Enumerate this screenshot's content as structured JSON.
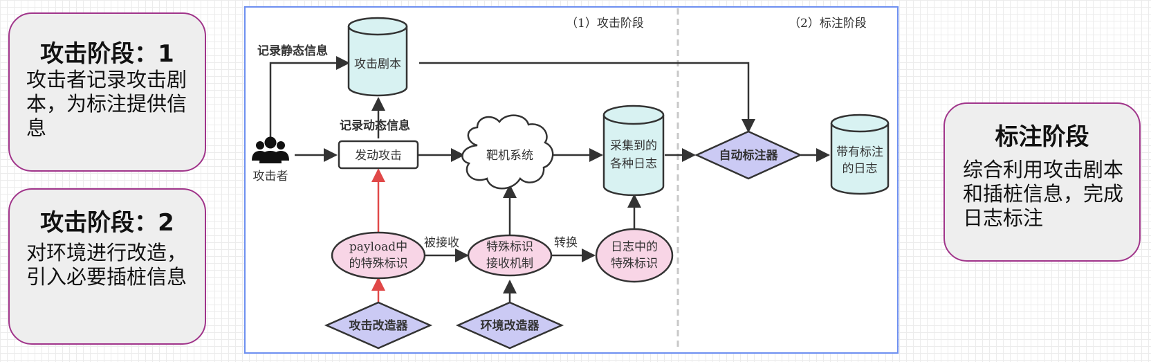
{
  "cards": {
    "attack1": {
      "title": "攻击阶段：1",
      "text": "攻击者记录攻击剧本，为标注提供信息"
    },
    "attack2": {
      "title": "攻击阶段：2",
      "text": "对环境进行改造，引入必要插桩信息"
    },
    "annotate": {
      "title": "标注阶段",
      "text": "综合利用攻击剧本和插桩信息，完成日志标注"
    }
  },
  "diagram": {
    "phase_attack": "（1）攻击阶段",
    "phase_annotate": "（2）标注阶段",
    "attacker": "攻击者",
    "attack_script": "攻击剧本",
    "record_static": "记录静态信息",
    "record_dynamic": "记录动态信息",
    "launch_attack": "发动攻击",
    "target_system": "靶机系统",
    "collected_logs_line1": "采集到的",
    "collected_logs_line2": "各种日志",
    "auto_annotator": "自动标注器",
    "labeled_logs_line1": "带有标注",
    "labeled_logs_line2": "的日志",
    "payload_mark_line1": "payload中",
    "payload_mark_line2": "的特殊标识",
    "received": "被接收",
    "receiver_line1": "特殊标识",
    "receiver_line2": "接收机制",
    "convert": "转换",
    "log_mark_line1": "日志中的",
    "log_mark_line2": "特殊标识",
    "attack_modifier": "攻击改造器",
    "env_modifier": "环境改造器"
  },
  "colors": {
    "card_border": "#a0348a",
    "cylinder_fill": "#d8f2f2",
    "ellipse_fill": "#f8d5e6",
    "diamond_fill": "#cbcaf4",
    "frame_border": "#6d8ff0",
    "red_arrow": "#e04848"
  },
  "icons": {
    "attacker": "user-group-icon",
    "target_system": "cloud-shape"
  }
}
